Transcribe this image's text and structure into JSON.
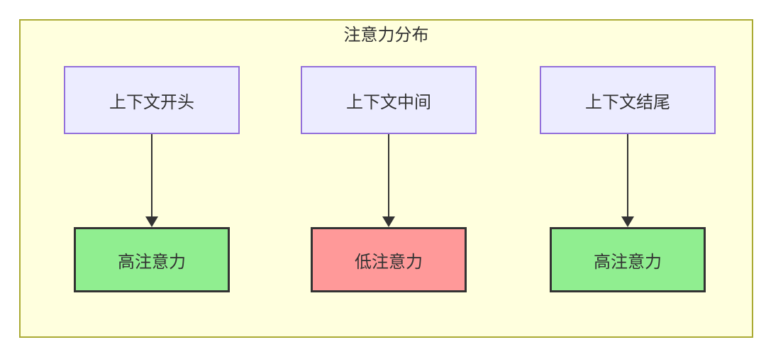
{
  "diagram": {
    "type": "flowchart-with-subgraph",
    "title": "注意力分布",
    "columns": [
      {
        "source": {
          "label": "上下文开头"
        },
        "edge": {
          "style": "solid-arrow"
        },
        "target": {
          "label": "高注意力",
          "level": "high"
        }
      },
      {
        "source": {
          "label": "上下文中间"
        },
        "edge": {
          "style": "solid-arrow"
        },
        "target": {
          "label": "低注意力",
          "level": "low"
        }
      },
      {
        "source": {
          "label": "上下文结尾"
        },
        "edge": {
          "style": "solid-arrow"
        },
        "target": {
          "label": "高注意力",
          "level": "high"
        }
      }
    ],
    "colors": {
      "page_background": "#ffffff",
      "container_fill": "#ffffde",
      "container_border": "#aaaa33",
      "source_node_fill": "#ececff",
      "source_node_border": "#9370db",
      "high_attention_fill": "#90ee90",
      "low_attention_fill": "#ff9999",
      "target_node_border": "#333333",
      "arrow": "#333333",
      "text": "#333333"
    }
  }
}
